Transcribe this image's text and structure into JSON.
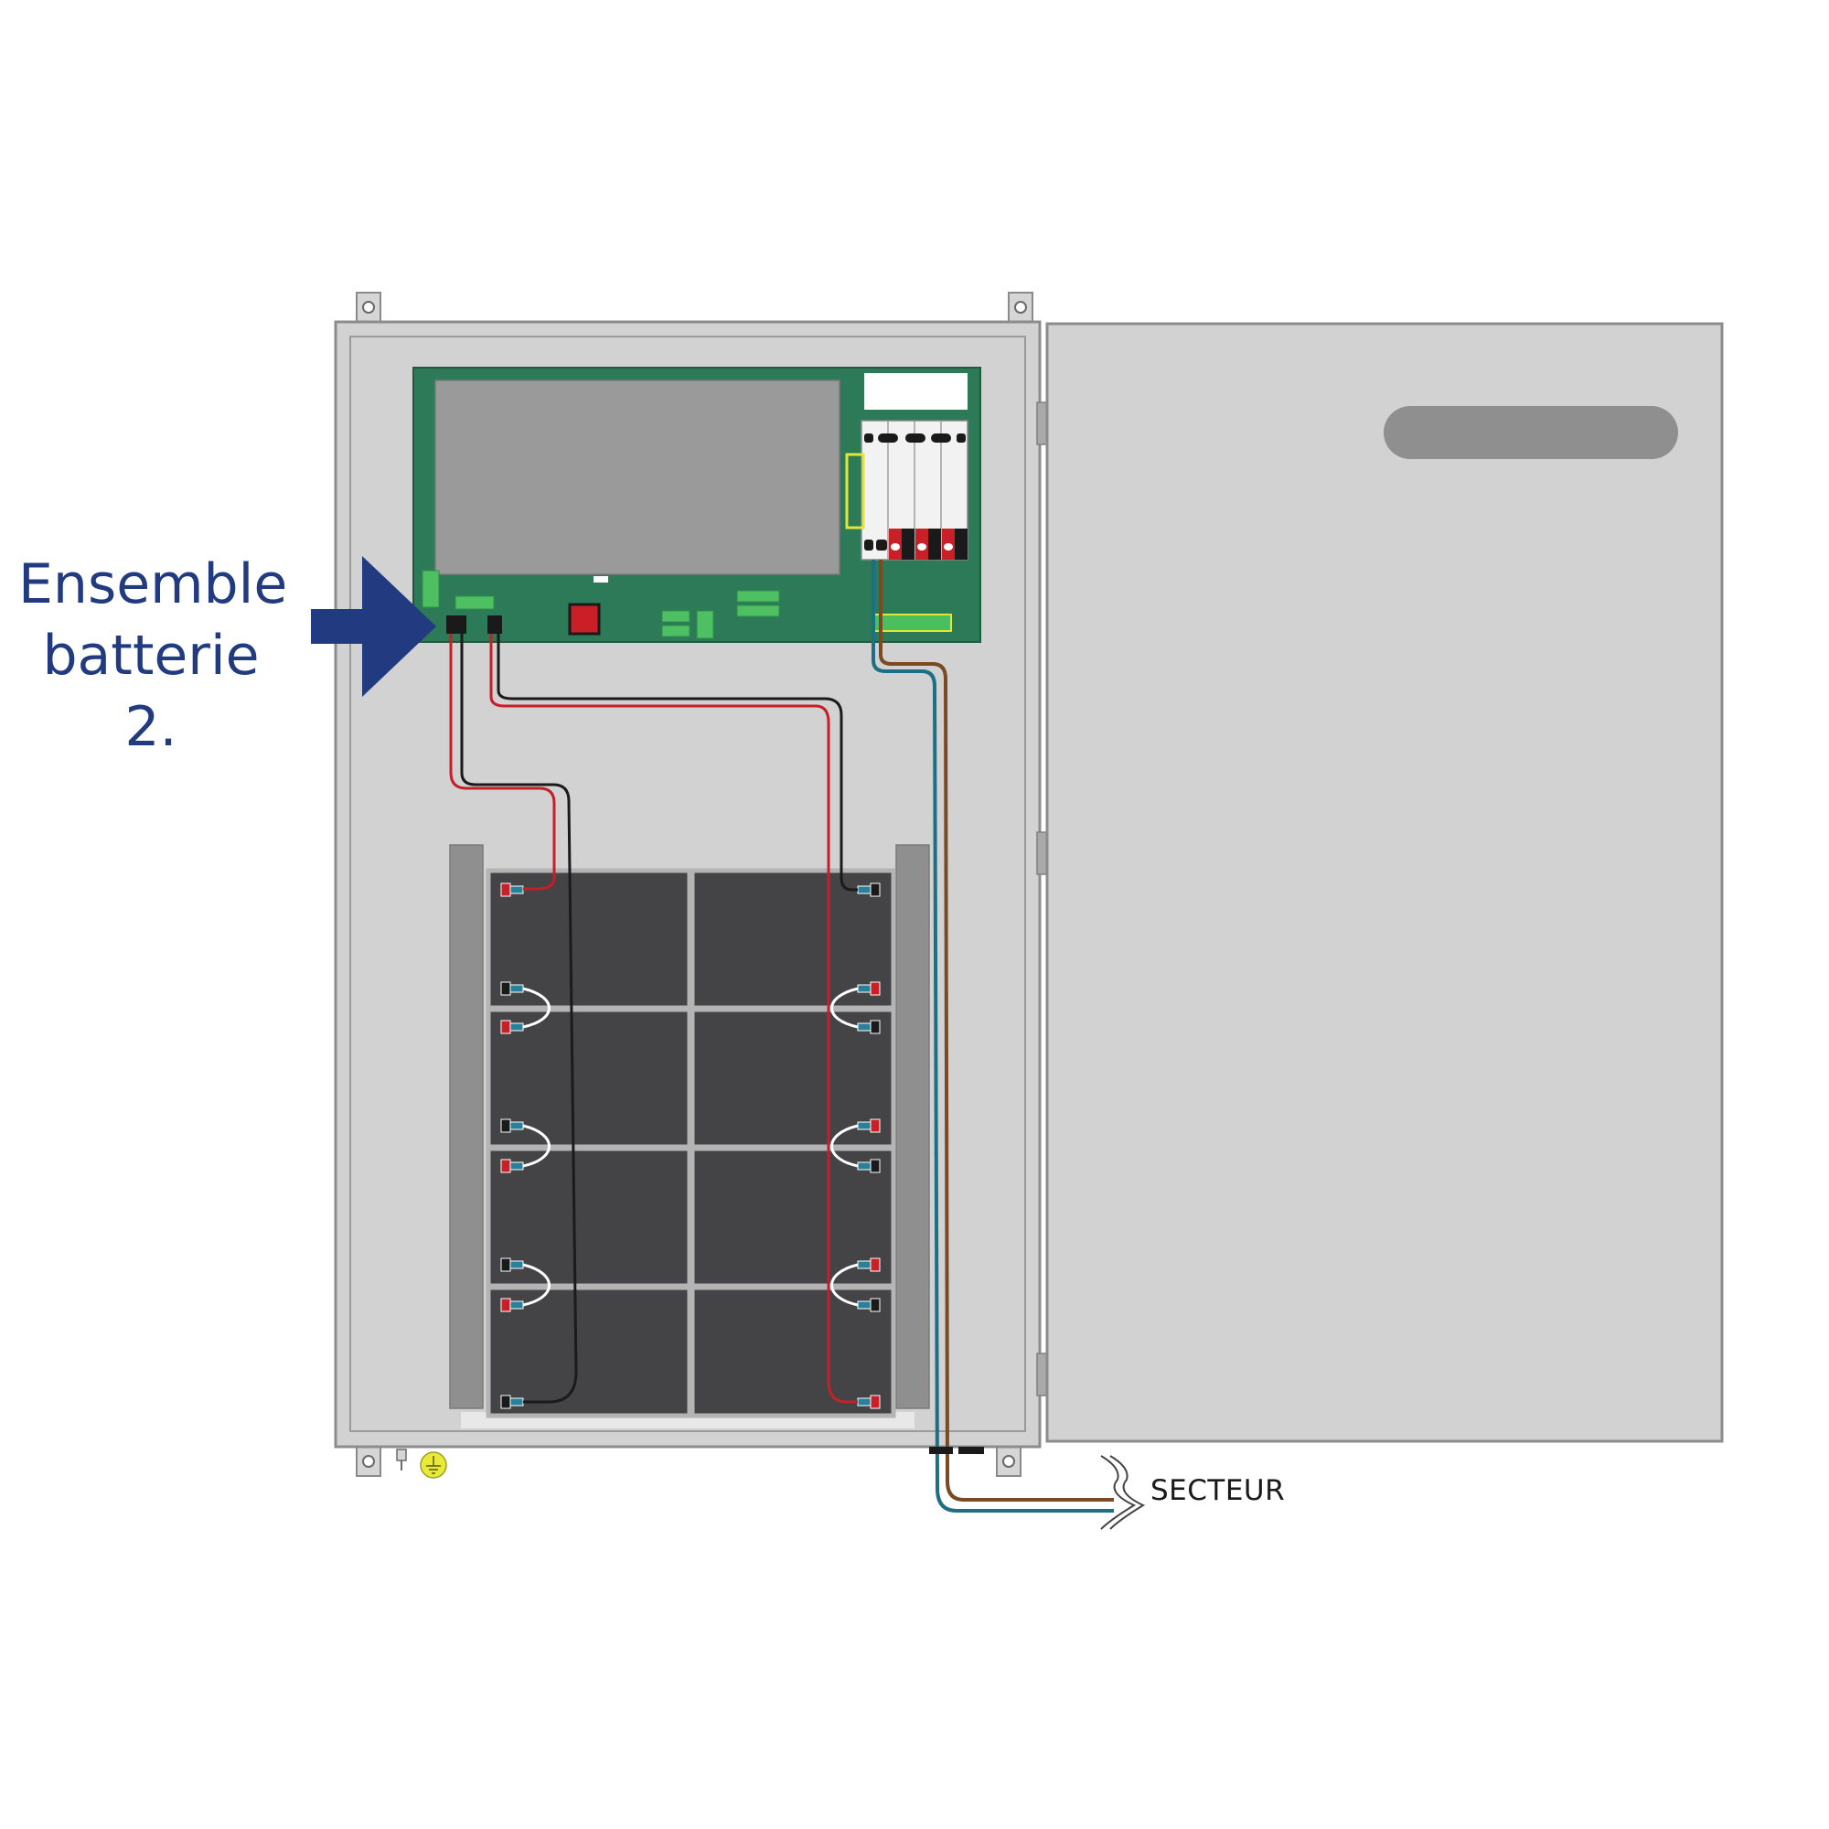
{
  "callout": {
    "line1": "Ensemble",
    "line2": "batterie 2."
  },
  "mains": {
    "label": "SECTEUR"
  },
  "colors": {
    "callout_text": "#223a80",
    "arrow": "#223a80",
    "cabinet": "#d2d2d3",
    "board": "#2c7a58",
    "battery": "#444345",
    "wire_positive": "#c42026",
    "wire_negative": "#1b1b1b",
    "wire_phase": "#7a4a22",
    "wire_neutral": "#1d6f86",
    "earth": "#e8ea3a"
  },
  "icons": [
    "arrow-right-icon",
    "earth-ground-icon"
  ]
}
